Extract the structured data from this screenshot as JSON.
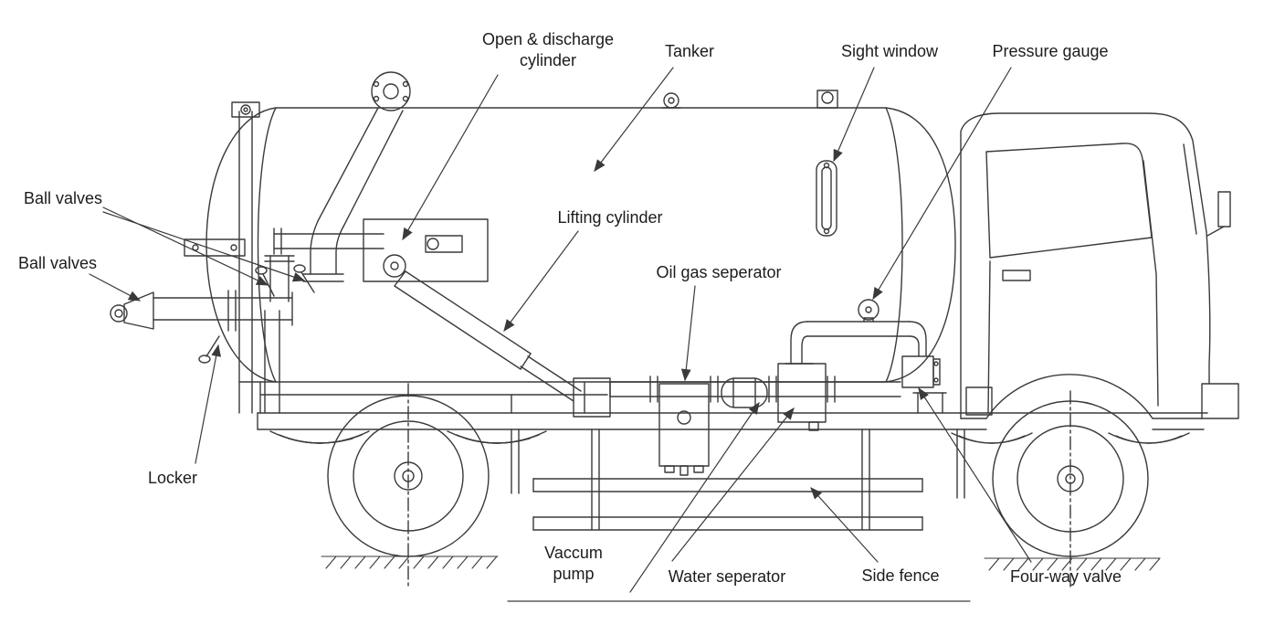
{
  "diagram": {
    "labels": {
      "open_discharge_cylinder": {
        "line1": "Open & discharge",
        "line2": "cylinder"
      },
      "tanker": "Tanker",
      "sight_window": "Sight window",
      "pressure_gauge": "Pressure gauge",
      "ball_valves_top": "Ball valves",
      "ball_valves_left": "Ball valves",
      "lifting_cylinder": "Lifting cylinder",
      "oil_gas_seperator": "Oil gas seperator",
      "locker": "Locker",
      "vaccum_pump": {
        "line1": "Vaccum",
        "line2": "pump"
      },
      "water_seperator": "Water seperator",
      "side_fence": "Side fence",
      "four_way_valve": "Four-way valve"
    },
    "colors": {
      "line": "#3a3a3a",
      "text": "#1c1c1c",
      "background": "#ffffff"
    }
  }
}
